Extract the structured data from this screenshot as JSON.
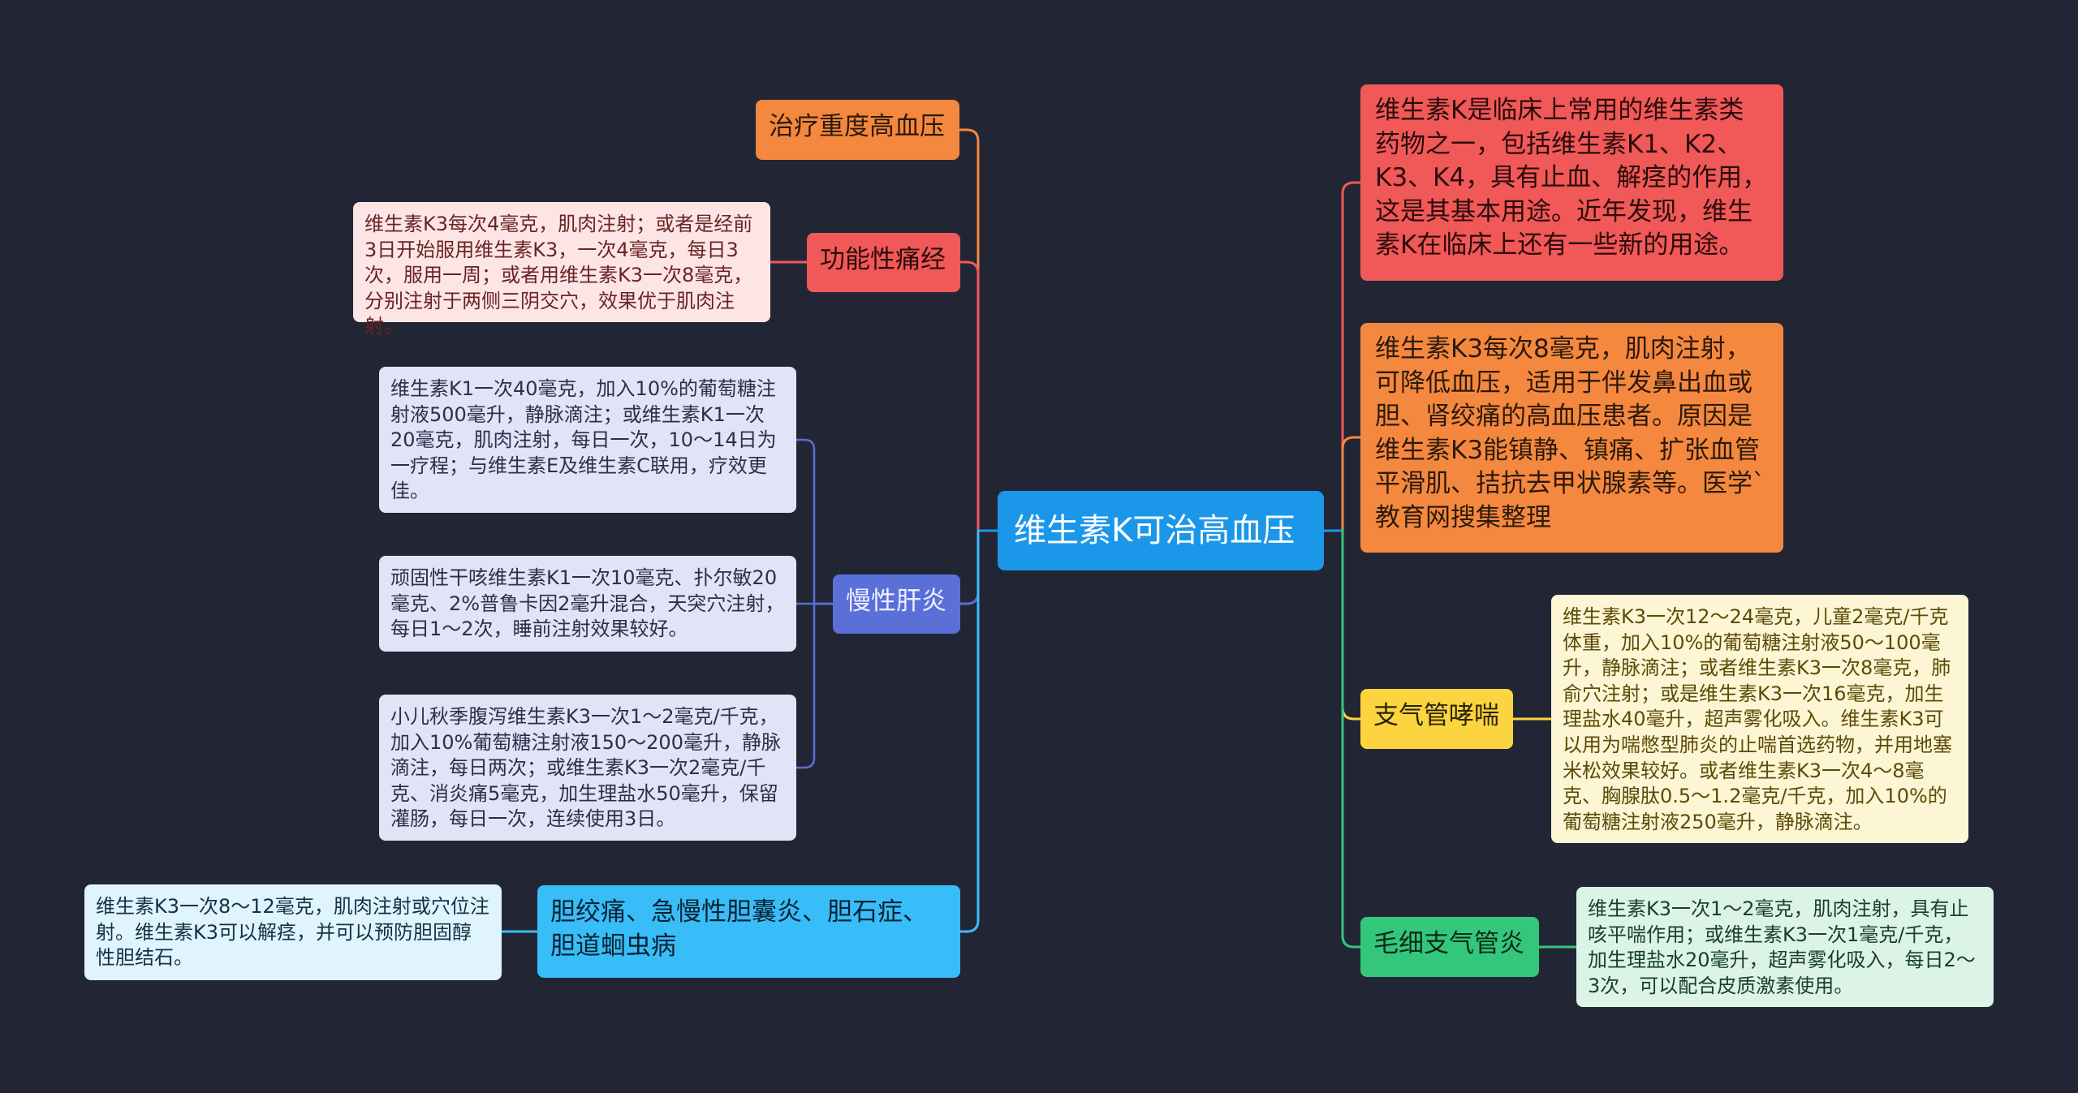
{
  "center": "维生素K可治高血压",
  "left": {
    "hypertension": "治疗重度高血压",
    "dysmenorrhea": "功能性痛经",
    "dysmenorrhea_detail": "维生素K3每次4毫克，肌肉注射；或者是经前3日开始服用维生素K3，一次4毫克，每日3次，服用一周；或者用维生素K3一次8毫克，分别注射于两侧三阴交穴，效果优于肌肉注射。",
    "hepatitis": "慢性肝炎",
    "hepatitis_detail_1": "维生素K1一次40毫克，加入10%的葡萄糖注射液500毫升，静脉滴注；或维生素K1一次20毫克，肌肉注射，每日一次，10～14日为一疗程；与维生素E及维生素C联用，疗效更佳。",
    "hepatitis_detail_2": "顽固性干咳维生素K1一次10毫克、扑尔敏20毫克、2%普鲁卡因2毫升混合，天突穴注射，每日1～2次，睡前注射效果较好。",
    "hepatitis_detail_3": "小儿秋季腹泻维生素K3一次1～2毫克/千克，加入10%葡萄糖注射液150～200毫升，静脉滴注，每日两次；或维生素K3一次2毫克/千克、消炎痛5毫克，加生理盐水50毫升，保留灌肠，每日一次，连续使用3日。",
    "biliary": "胆绞痛、急慢性胆囊炎、胆石症、胆道蛔虫病",
    "biliary_detail": "维生素K3一次8～12毫克，肌肉注射或穴位注射。维生素K3可以解痉，并可以预防胆固醇性胆结石。"
  },
  "right": {
    "intro": "维生素K是临床上常用的维生素类药物之一，包括维生素K1、K2、K3、K4，具有止血、解痉的作用，这是其基本用途。近年发现，维生素K在临床上还有一些新的用途。",
    "k3_hypertension": "维生素K3每次8毫克，肌肉注射，可降低血压，适用于伴发鼻出血或胆、肾绞痛的高血压患者。原因是维生素K3能镇静、镇痛、扩张血管平滑肌、拮抗去甲状腺素等。医学`教育网搜集整理",
    "asthma": "支气管哮喘",
    "asthma_detail": "维生素K3一次12～24毫克，儿童2毫克/千克体重，加入10%的葡萄糖注射液50～100毫升，静脉滴注；或者维生素K3一次8毫克，肺俞穴注射；或是维生素K3一次16毫克，加生理盐水40毫升，超声雾化吸入。维生素K3可以用为喘憋型肺炎的止喘首选药物，并用地塞米松效果较好。或者维生素K3一次4～8毫克、胸腺肽0.5～1.2毫克/千克，加入10%的葡萄糖注射液250毫升，静脉滴注。",
    "bronchiolitis": "毛细支气管炎",
    "bronchiolitis_detail": "维生素K3一次1～2毫克，肌肉注射，具有止咳平喘作用；或维生素K3一次1毫克/千克，加生理盐水20毫升，超声雾化吸入，每日2～3次，可以配合皮质激素使用。"
  },
  "colors": {
    "background": "#222634",
    "center": "#1b97ea",
    "orange": "#f5883f",
    "red": "#f15858",
    "blue": "#5a6fd8",
    "sky": "#38bdf8",
    "yellow": "#fcd43f",
    "green": "#34c77b"
  }
}
